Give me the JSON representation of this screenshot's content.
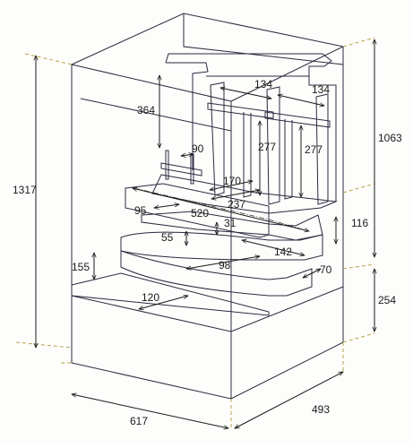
{
  "colors": {
    "line": "#2a2a40",
    "dimension": "#1a1a1a",
    "extension": "#b8a24a",
    "paper": "#fdfdfb"
  },
  "dimensions": {
    "d1317": "1317",
    "d1063": "1063",
    "d364": "364",
    "d134a": "134",
    "d134b": "134",
    "d90": "90",
    "d277a": "277",
    "d277b": "277",
    "d170": "170",
    "d237": "237",
    "d95": "95",
    "d520": "520",
    "d31": "31",
    "d116": "116",
    "d55": "55",
    "d142": "142",
    "d155": "155",
    "d98": "98",
    "d70": "70",
    "d120": "120",
    "d254": "254",
    "d617": "617",
    "d493": "493"
  }
}
